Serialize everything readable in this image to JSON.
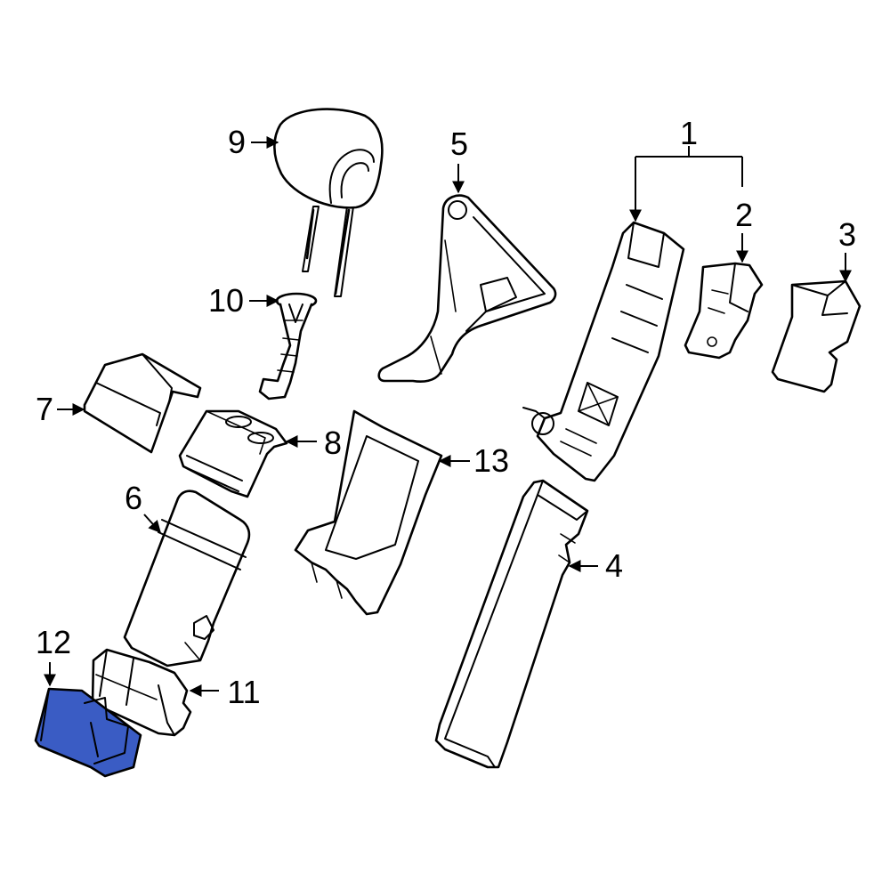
{
  "diagram": {
    "highlight_color": "#3a5cc4",
    "highlighted_part": "12",
    "callouts": [
      "1",
      "2",
      "3",
      "4",
      "5",
      "6",
      "7",
      "8",
      "9",
      "10",
      "11",
      "12",
      "13"
    ]
  }
}
